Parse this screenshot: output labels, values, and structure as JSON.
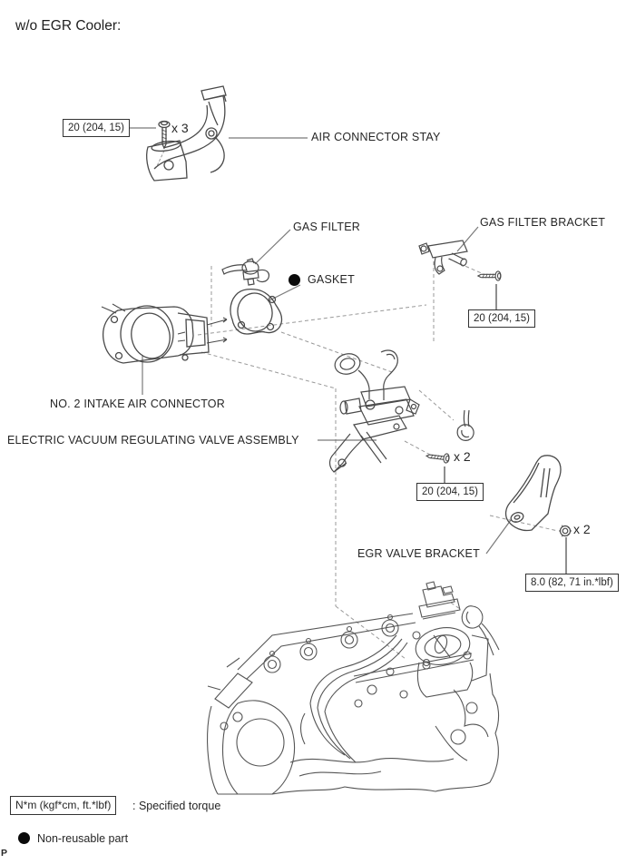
{
  "page": {
    "heading": "w/o EGR Cooler:",
    "page_marker": "P"
  },
  "parts": {
    "air_connector_stay": "AIR CONNECTOR STAY",
    "gas_filter": "GAS FILTER",
    "gas_filter_bracket": "GAS FILTER BRACKET",
    "gasket": "GASKET",
    "no2_intake_air_connector": "NO. 2 INTAKE AIR CONNECTOR",
    "electric_vacuum_regulating_valve_assembly": "ELECTRIC VACUUM REGULATING VALVE ASSEMBLY",
    "egr_valve_bracket": "EGR VALVE BRACKET"
  },
  "torque_specs": {
    "stay_bolts": {
      "value": "20 (204, 15)",
      "qty": "x 3"
    },
    "gas_filter_bracket_bolt": {
      "value": "20 (204, 15)"
    },
    "evrv_bolts": {
      "value": "20 (204, 15)",
      "qty": "x 2"
    },
    "egr_bracket_nuts": {
      "value": "8.0 (82, 71 in.*lbf)",
      "qty": "x 2"
    }
  },
  "legend": {
    "torque_unit_box": "N*m (kgf*cm, ft.*lbf)",
    "torque_description": ": Specified torque",
    "non_reusable": "Non-reusable part"
  },
  "colors": {
    "outline": "#4a4a4a",
    "leader": "#7a7a7a",
    "dashed": "#999999",
    "text": "#231f20"
  }
}
